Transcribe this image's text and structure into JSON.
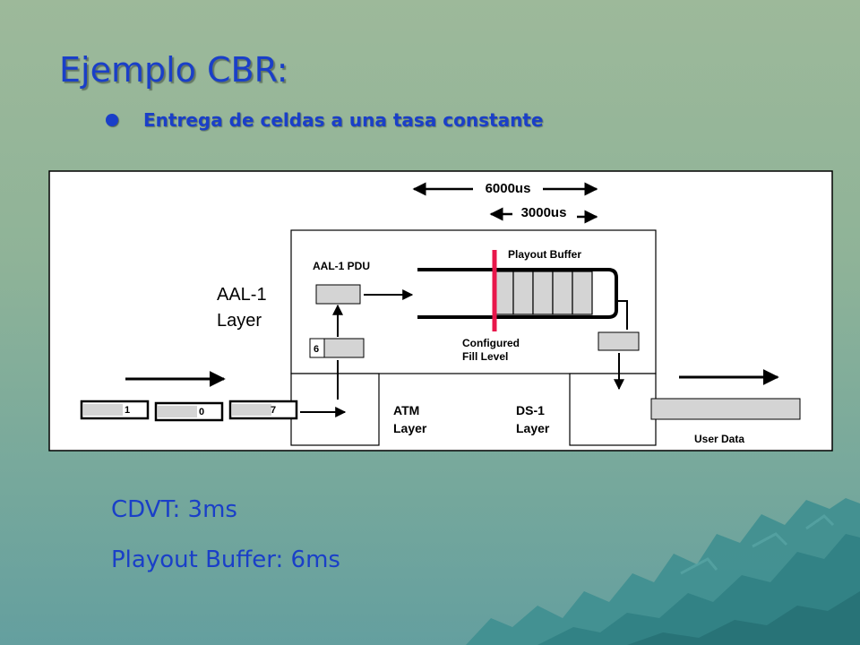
{
  "slide": {
    "title": "Ejemplo CBR:",
    "bullet": "Entrega de celdas a una tasa constante",
    "notes": [
      "CDVT: 3ms",
      "Playout Buffer: 6ms"
    ]
  },
  "diagram": {
    "interval_6000": "6000us",
    "interval_3000": "3000us",
    "aal1_layer": [
      "AAL-1",
      "Layer"
    ],
    "aal1_pdu": "AAL-1 PDU",
    "playout_buffer": "Playout Buffer",
    "configured_fill": [
      "Configured",
      "Fill Level"
    ],
    "atm_layer": [
      "ATM",
      "Layer"
    ],
    "ds1_layer": [
      "DS-1",
      "Layer"
    ],
    "user_data": "User Data",
    "cells": [
      "1",
      "0",
      "7"
    ],
    "pdu_seq": "6"
  },
  "colors": {
    "title": "#1a3fc8",
    "fill_level_marker": "#e8174b",
    "cell_fill": "#d4d4d4"
  }
}
